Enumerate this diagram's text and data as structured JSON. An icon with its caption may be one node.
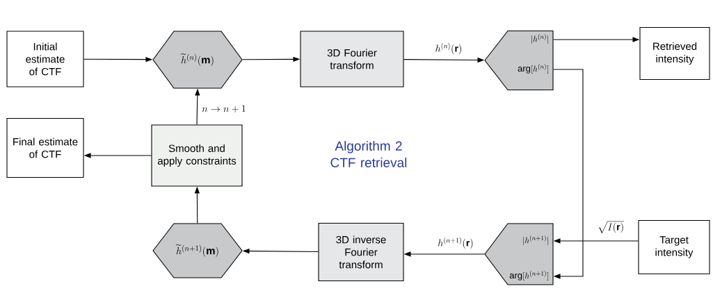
{
  "diagram": {
    "title": "Algorithm 2 CTF retrieval",
    "nodes": [
      {
        "text": [
          "Initial estimate of CTF"
        ]
      },
      {
        "text": [
          "\\widetilde{h}^{(n)}(\\mathbf{m})"
        ]
      },
      {
        "text": [
          "3D Fourier transform"
        ]
      },
      {
        "text": [
          "|h^{(n)}|",
          "\\arg[h^{(n)}]"
        ]
      },
      {
        "text": [
          "Retrieved intensity"
        ]
      },
      {
        "text": [
          "Final estimate of CTF"
        ]
      },
      {
        "text": [
          "Smooth and apply constraints"
        ]
      },
      {
        "text": [
          "\\widetilde{h}^{(n+1)}(\\mathbf{m})"
        ]
      },
      {
        "text": [
          "3D inverse Fourier transform"
        ]
      },
      {
        "text": [
          "|h^{(n+1)}|",
          "\\arg[h^{(n+1)}]"
        ]
      },
      {
        "text": [
          "Target intensity"
        ]
      }
    ],
    "edges": [
      {
        "from": 0,
        "to": 1,
        "arrow": "to"
      },
      {
        "from": 1,
        "to": 2,
        "arrow": "to"
      },
      {
        "from": 2,
        "to": 3,
        "arrow": "to",
        "label": "h^{(n)}(\\mathbf{r})"
      },
      {
        "from": 3,
        "to": 4,
        "arrow": "to"
      },
      {
        "from": 3,
        "to": 9,
        "arrow": "to"
      },
      {
        "from": 10,
        "to": 9,
        "arrow": "to",
        "label": "\\sqrt{I(\\mathbf{r})}"
      },
      {
        "from": 9,
        "to": 8,
        "arrow": "to",
        "label": "h^{(n+1)}(\\mathbf{r})"
      },
      {
        "from": 8,
        "to": 7,
        "arrow": "to"
      },
      {
        "from": 7,
        "to": 6,
        "arrow": "to"
      },
      {
        "from": 6,
        "to": 1,
        "arrow": "to",
        "label": "n \\to n+1"
      },
      {
        "from": 6,
        "to": 5,
        "arrow": "to"
      }
    ]
  }
}
